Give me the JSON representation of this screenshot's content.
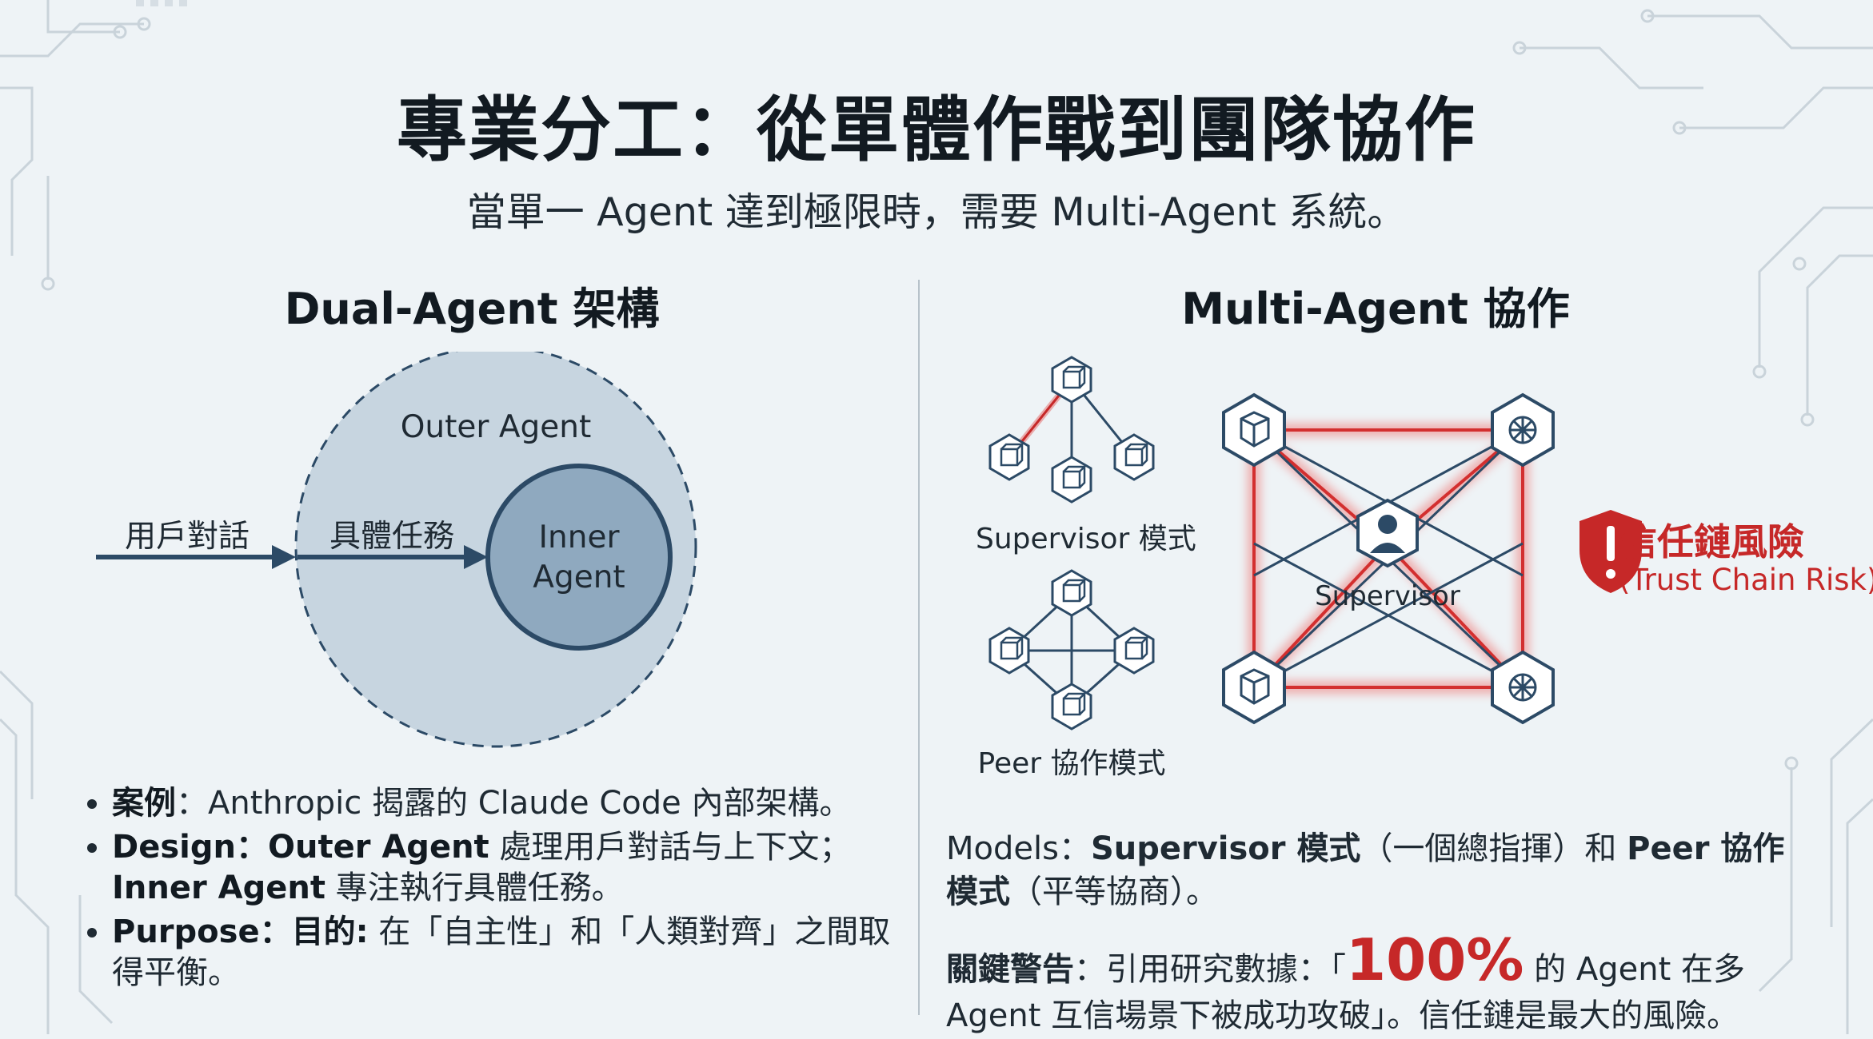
{
  "header": {
    "title": "專業分工：從單體作戰到團隊協作",
    "subtitle": "當單一 Agent 達到極限時，需要 Multi-Agent 系統。"
  },
  "left_panel": {
    "title": "Dual-Agent 架構",
    "outer_label": "Outer Agent",
    "inner_label_line1": "Inner",
    "inner_label_line2": "Agent",
    "arrow_user": "用戶對話",
    "arrow_task": "具體任務",
    "bullets": [
      {
        "key": "案例",
        "sep": "：",
        "text": "Anthropic 揭露的 Claude Code 內部架構。"
      },
      {
        "key": "Design",
        "sep": "：",
        "bold_a": "Outer Agent",
        "text_a": " 處理用戶對話与上下文；",
        "bold_b": "Inner Agent",
        "text_b": " 專注執行具體任務。"
      },
      {
        "key": "Purpose",
        "sep": "：",
        "bold_a": "目的:",
        "text_a": " 在「自主性」和「人類對齊」之間取得平衡。"
      }
    ]
  },
  "right_panel": {
    "title": "Multi-Agent 協作",
    "supervisor_mode_label": "Supervisor 模式",
    "peer_mode_label": "Peer 協作模式",
    "network_center_label": "Supervisor",
    "risk_title": "信任鏈風險",
    "risk_subtitle": "(Trust Chain Risk)",
    "models": {
      "prefix": "Models：",
      "bold_a": "Supervisor 模式",
      "text_a": "（一個總指揮）和 ",
      "bold_b": "Peer 協作模式",
      "text_b": "（平等協商）。"
    },
    "warning": {
      "bold": "關鍵警告",
      "text_a": "：引用研究數據：「",
      "highlight": "100%",
      "text_b": " 的 Agent 在多 Agent 互信場景下被成功攻破」。信任鏈是最大的風險。"
    }
  },
  "colors": {
    "accent_red": "#c62828",
    "navy": "#2c4a66",
    "circle_fill": "#b9cbd8",
    "inner_fill": "#8fa9bf"
  }
}
